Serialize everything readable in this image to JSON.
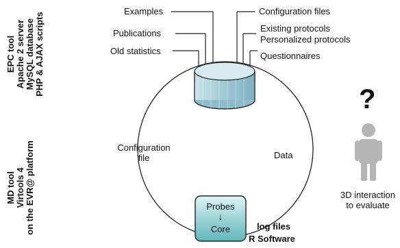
{
  "left_labels": {
    "epc": [
      "EPC tool",
      "Apache 2 server",
      "MySQL database",
      "PHP & AJAX scripts"
    ],
    "md": [
      "MD tool",
      "Virtools 4",
      "on the EVR@ platform"
    ]
  },
  "database_links_left": [
    "Examples",
    "Publications",
    "Old statistics"
  ],
  "database_links_right": [
    "Configuration files",
    "Existing protocols",
    "Personalized protocols",
    "Questionnaires"
  ],
  "cycle_labels": {
    "left": [
      "Configuration",
      "file"
    ],
    "right": "Data"
  },
  "core_box": {
    "top": "Probes",
    "arrow": "↓",
    "bottom": "Core"
  },
  "outputs": [
    "log files",
    "R Software"
  ],
  "evaluation": {
    "mark": "?",
    "caption": [
      "3D interaction",
      "to evaluate"
    ]
  },
  "colors": {
    "cylinder_fill": "#a9d0dc",
    "core_fill_top": "#d8f0f1",
    "core_fill_bottom": "#6fbfc4",
    "person_gray": "#b5b5b5",
    "line": "#222222"
  }
}
